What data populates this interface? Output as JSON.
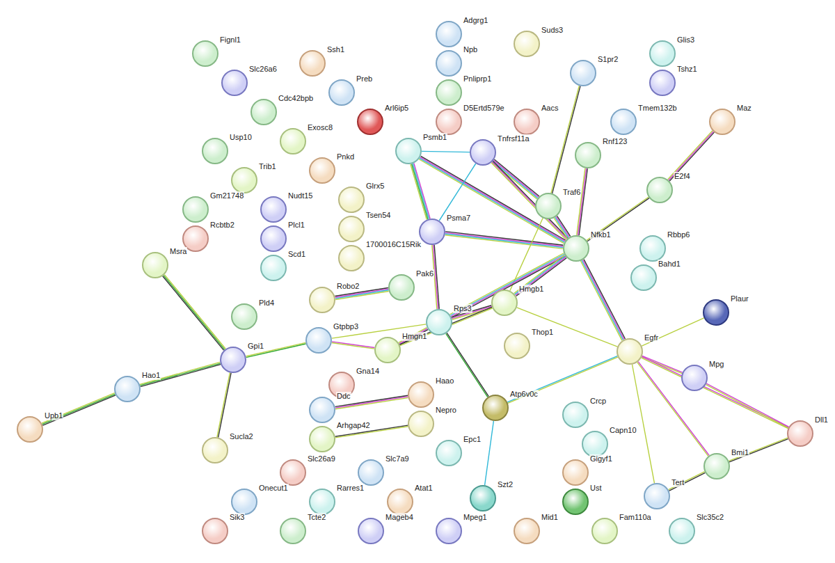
{
  "diagram": {
    "nodes": [
      {
        "text": [
          "Adgrg1"
        ]
      },
      {
        "text": [
          "Suds3"
        ]
      },
      {
        "text": [
          "Fignl1"
        ]
      },
      {
        "text": [
          "Glis3"
        ]
      },
      {
        "text": [
          "Ssh1"
        ]
      },
      {
        "text": [
          "Npb"
        ]
      },
      {
        "text": [
          "S1pr2"
        ]
      },
      {
        "text": [
          "Slc26a6"
        ]
      },
      {
        "text": [
          "Tshz1"
        ]
      },
      {
        "text": [
          "Preb"
        ]
      },
      {
        "text": [
          "Pnliprp1"
        ]
      },
      {
        "text": [
          "Cdc42bpb"
        ]
      },
      {
        "text": [
          "Arl6ip5"
        ]
      },
      {
        "text": [
          "D5Ertd579e"
        ]
      },
      {
        "text": [
          "Aacs"
        ]
      },
      {
        "text": [
          "Tmem132b"
        ]
      },
      {
        "text": [
          "Maz"
        ]
      },
      {
        "text": [
          "Exosc8"
        ]
      },
      {
        "text": [
          "Usp10"
        ]
      },
      {
        "text": [
          "Psmb1"
        ]
      },
      {
        "text": [
          "Tnfrsf11a"
        ]
      },
      {
        "text": [
          "Rnf123"
        ]
      },
      {
        "text": [
          "Pnkd"
        ]
      },
      {
        "text": [
          "Trib1"
        ]
      },
      {
        "text": [
          "E2f4"
        ]
      },
      {
        "text": [
          "Glrx5"
        ]
      },
      {
        "text": [
          "Traf6"
        ]
      },
      {
        "text": [
          "Gm21748"
        ]
      },
      {
        "text": [
          "Nudt15"
        ]
      },
      {
        "text": [
          "Tsen54"
        ]
      },
      {
        "text": [
          "Psma7"
        ]
      },
      {
        "text": [
          "Rcbtb2"
        ]
      },
      {
        "text": [
          "Plcl1"
        ]
      },
      {
        "text": [
          "Nfkb1"
        ]
      },
      {
        "text": [
          "Rbbp6"
        ]
      },
      {
        "text": [
          "1700016C15Rik"
        ]
      },
      {
        "text": [
          "Msra"
        ]
      },
      {
        "text": [
          "Scd1"
        ]
      },
      {
        "text": [
          "Bahd1"
        ]
      },
      {
        "text": [
          "Pak6"
        ]
      },
      {
        "text": [
          "Robo2"
        ]
      },
      {
        "text": [
          "Hmgb1"
        ]
      },
      {
        "text": [
          "Plaur"
        ]
      },
      {
        "text": [
          "Pld4"
        ]
      },
      {
        "text": [
          "Rps3"
        ]
      },
      {
        "text": [
          "Gtpbp3"
        ]
      },
      {
        "text": [
          "Thop1"
        ]
      },
      {
        "text": [
          "Hmgn1"
        ]
      },
      {
        "text": [
          "Egfr"
        ]
      },
      {
        "text": [
          "Gpi1"
        ]
      },
      {
        "text": [
          "Mpg"
        ]
      },
      {
        "text": [
          "Gna14"
        ]
      },
      {
        "text": [
          "Hao1"
        ]
      },
      {
        "text": [
          "Haao"
        ]
      },
      {
        "text": [
          "Atp6v0c"
        ]
      },
      {
        "text": [
          "Ddc"
        ]
      },
      {
        "text": [
          "Crcp"
        ]
      },
      {
        "text": [
          "Upb1"
        ]
      },
      {
        "text": [
          "Nepro"
        ]
      },
      {
        "text": [
          "Dll1"
        ]
      },
      {
        "text": [
          "Arhgap42"
        ]
      },
      {
        "text": [
          "Capn10"
        ]
      },
      {
        "text": [
          "Sucla2"
        ]
      },
      {
        "text": [
          "Epc1"
        ]
      },
      {
        "text": [
          "Bmi1"
        ]
      },
      {
        "text": [
          "Gigyf1"
        ]
      },
      {
        "text": [
          "Slc26a9"
        ]
      },
      {
        "text": [
          "Slc7a9"
        ]
      },
      {
        "text": [
          "Tert"
        ]
      },
      {
        "text": [
          "Szt2"
        ]
      },
      {
        "text": [
          "Onecut1"
        ]
      },
      {
        "text": [
          "Rarres1"
        ]
      },
      {
        "text": [
          "Atat1"
        ]
      },
      {
        "text": [
          "Ust"
        ]
      },
      {
        "text": [
          "Sik3"
        ]
      },
      {
        "text": [
          "Tcte2"
        ]
      },
      {
        "text": [
          "Mageb4"
        ]
      },
      {
        "text": [
          "Mpeg1"
        ]
      },
      {
        "text": [
          "Mid1"
        ]
      },
      {
        "text": [
          "Fam110a"
        ]
      },
      {
        "text": [
          "Slc35c2"
        ]
      }
    ],
    "edges": [
      {
        "from": 19,
        "to": 20,
        "arrow": "none"
      },
      {
        "from": 19,
        "to": 30,
        "arrow": "none"
      },
      {
        "from": 19,
        "to": 33,
        "arrow": "none"
      },
      {
        "from": 20,
        "to": 30,
        "arrow": "none"
      },
      {
        "from": 20,
        "to": 26,
        "arrow": "none"
      },
      {
        "from": 20,
        "to": 33,
        "arrow": "none"
      },
      {
        "from": 30,
        "to": 33,
        "arrow": "none"
      },
      {
        "from": 30,
        "to": 44,
        "arrow": "none"
      },
      {
        "from": 6,
        "to": 26,
        "arrow": "none"
      },
      {
        "from": 26,
        "to": 33,
        "arrow": "none"
      },
      {
        "from": 26,
        "to": 41,
        "arrow": "none"
      },
      {
        "from": 21,
        "to": 33,
        "arrow": "none"
      },
      {
        "from": 16,
        "to": 24,
        "arrow": "none"
      },
      {
        "from": 24,
        "to": 33,
        "arrow": "none"
      },
      {
        "from": 33,
        "to": 44,
        "arrow": "none"
      },
      {
        "from": 33,
        "to": 41,
        "arrow": "none"
      },
      {
        "from": 33,
        "to": 48,
        "arrow": "none"
      },
      {
        "from": 40,
        "to": 39,
        "arrow": "none"
      },
      {
        "from": 44,
        "to": 41,
        "arrow": "none"
      },
      {
        "from": 44,
        "to": 47,
        "arrow": "none"
      },
      {
        "from": 45,
        "to": 44,
        "arrow": "none"
      },
      {
        "from": 45,
        "to": 47,
        "arrow": "none"
      },
      {
        "from": 45,
        "to": 49,
        "arrow": "none"
      },
      {
        "from": 44,
        "to": 54,
        "arrow": "none"
      },
      {
        "from": 41,
        "to": 48,
        "arrow": "none"
      },
      {
        "from": 47,
        "to": 41,
        "arrow": "none"
      },
      {
        "from": 54,
        "to": 48,
        "arrow": "none"
      },
      {
        "from": 54,
        "to": 69,
        "arrow": "none"
      },
      {
        "from": 48,
        "to": 42,
        "arrow": "none"
      },
      {
        "from": 48,
        "to": 50,
        "arrow": "none"
      },
      {
        "from": 48,
        "to": 59,
        "arrow": "none"
      },
      {
        "from": 48,
        "to": 64,
        "arrow": "none"
      },
      {
        "from": 48,
        "to": 68,
        "arrow": "none"
      },
      {
        "from": 50,
        "to": 59,
        "arrow": "none"
      },
      {
        "from": 59,
        "to": 64,
        "arrow": "none"
      },
      {
        "from": 64,
        "to": 68,
        "arrow": "none"
      },
      {
        "from": 49,
        "to": 36,
        "arrow": "none"
      },
      {
        "from": 49,
        "to": 52,
        "arrow": "none"
      },
      {
        "from": 49,
        "to": 62,
        "arrow": "none"
      },
      {
        "from": 52,
        "to": 57,
        "arrow": "none"
      },
      {
        "from": 55,
        "to": 53,
        "arrow": "none"
      },
      {
        "from": 60,
        "to": 58,
        "arrow": "none"
      }
    ]
  }
}
